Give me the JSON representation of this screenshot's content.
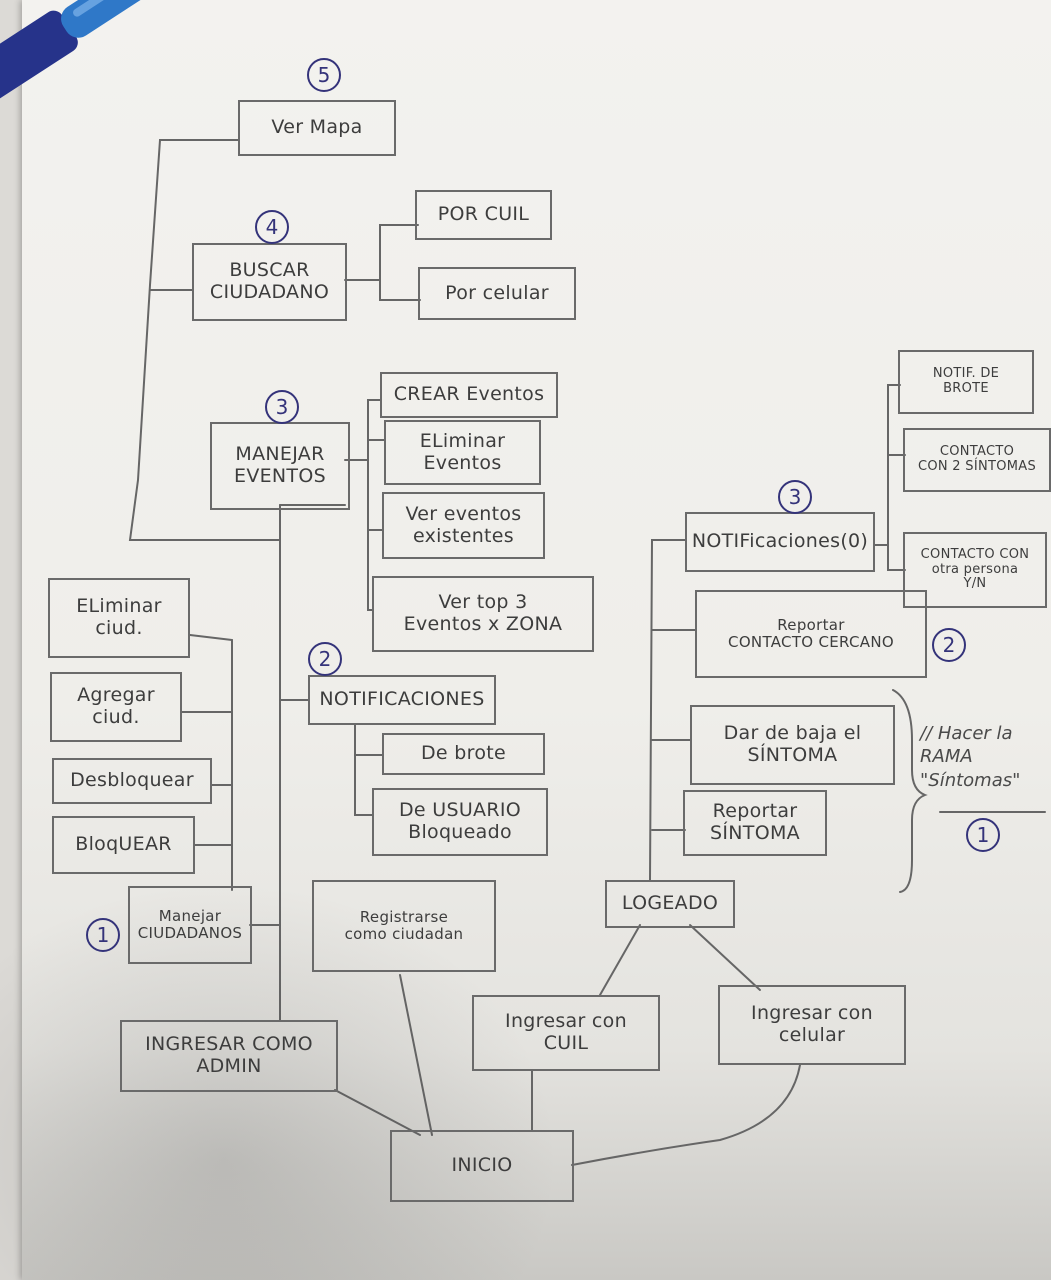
{
  "nodes": {
    "ver_mapa": "Ver Mapa",
    "buscar_ciudadano": "BUSCAR\nCIUDADANO",
    "por_cuil": "POR CUIL",
    "por_celular": "Por celular",
    "manejar_eventos": "MANEJAR\nEVENTOS",
    "crear_eventos": "CREAR Eventos",
    "eliminar_eventos": "ELiminar\nEventos",
    "ver_eventos_existentes": "Ver eventos\nexistentes",
    "ver_top3": "Ver top 3\nEventos x ZONA",
    "notificaciones_admin": "NOTIFICACIONES",
    "de_brote": "De brote",
    "de_usuario_bloqueado": "De USUARIO\nBloqueado",
    "eliminar_ciud": "ELiminar\nciud.",
    "agregar_ciud": "Agregar\nciud.",
    "desbloquear": "Desbloquear",
    "bloquear": "BloqUEAR",
    "manejar_ciudadanos": "Manejar\nCIUDADANOS",
    "registrarse": "Registrarse\ncomo ciudadan",
    "ingresar_admin": "INGRESAR COMO\nADMIN",
    "inicio": "INICIO",
    "logeado": "LOGEADO",
    "ingresar_cuil": "Ingresar con\nCUIL",
    "ingresar_celular": "Ingresar con\ncelular",
    "notificaciones_user": "NOTIFicaciones(0)",
    "notif_de_brote": "NOTIF. DE\nBROTE",
    "contacto_2_sintomas": "CONTACTO\nCON 2 SÍNTOMAS",
    "contacto_otra_persona": "CONTACTO CON\notra persona\nY/N",
    "reportar_contacto": "Reportar\nCONTACTO CERCANO",
    "dar_de_baja": "Dar de baja el\nSÍNTOMA",
    "reportar_sintoma": "Reportar\nSÍNTOMA"
  },
  "badges": {
    "ver_mapa": "5",
    "buscar_ciudadano": "4",
    "manejar_eventos": "3",
    "notificaciones_admin": "2",
    "manejar_ciudadanos": "1",
    "notificaciones_user": "3",
    "reportar_contacto": "2",
    "sintomas_note": "1"
  },
  "note": "// Hacer la\nRAMA\n\"Síntomas\"",
  "colors": {
    "ink": "#3d3d3d",
    "pen_ink": "#34337a",
    "pen_body": "#2f78c8"
  }
}
